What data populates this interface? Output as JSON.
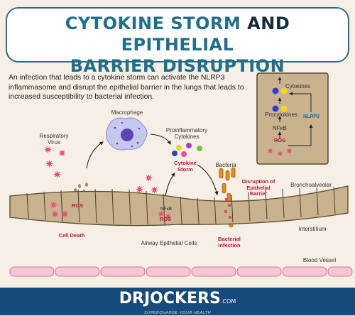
{
  "title": {
    "line1_part1": "CYTOKINE STORM",
    "line1_part2": "AND",
    "line1_part3": "EPITHELIAL",
    "line2": "BARRIER DISRUPTION"
  },
  "intro": "An infection that leads to a cytokine storm can activate the NLRP3 inflammasome and disrupt the epithelial barrier in the lungs that leads to increased susceptibility to bacterial infection.",
  "labels": {
    "macrophage": "Macrophage",
    "respiratory_virus": "Respiratory Virus",
    "proinflammatory_cytokines": "Proinflammatory Cytokines",
    "cytokine_storm": "Cytokine Storm",
    "bacteria": "Bacteria",
    "disruption": "Disruption of Epithelial Barrier",
    "bronchoalveolar": "Bronchoalveolar",
    "interstitium": "Interstitium",
    "ros_left": "ROS",
    "cell_death": "Cell Death",
    "nfkb": "NFκB",
    "ros_mid": "ROS",
    "airway_epithelial_cells": "Airway Epithelial Cells",
    "bacterial_infection": "Bacterial Infection",
    "blood_vessel": "Blood Vessel"
  },
  "inset": {
    "cytokines": "Cytokines",
    "procytokines": "Procytokines",
    "nfkb": "NFκB",
    "ros": "ROS",
    "nlrp3": "NLRP3"
  },
  "footer": {
    "brand": "DRJOCKERS",
    "brand_suffix": ".COM",
    "tagline": "SUPERCHARGE YOUR HEALTH"
  },
  "colors": {
    "teal": "#1f6f8b",
    "navy": "#142a3d",
    "cell": "#c9b28e",
    "cell_edge": "#5a4632",
    "virus": "#e8507a",
    "footer": "#154b7a",
    "vessel": "#f7c6d4"
  }
}
